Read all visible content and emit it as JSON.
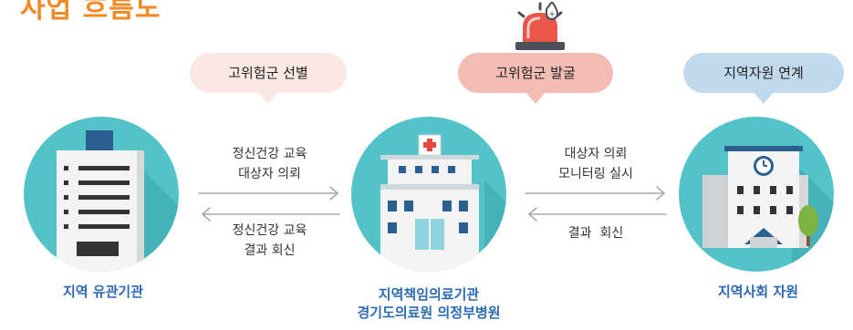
{
  "title": "사업 흐름도",
  "bubbles": {
    "select": "고위험군 선별",
    "discover": "고위험군 발굴",
    "link": "지역자원 연계"
  },
  "nodes": {
    "local_agency": "지역 유관기관",
    "hospital_line1": "지역책임의료기관",
    "hospital_line2": "경기도의료원 의정부병원",
    "community": "지역사회 자원"
  },
  "flows": {
    "left_forward_line1": "정신건강 교육",
    "left_forward_line2": "대상자 의뢰",
    "left_back_line1": "정신건강 교육",
    "left_back_line2": "결과 회신",
    "right_forward_line1": "대상자 의뢰",
    "right_forward_line2": "모니터링 실시",
    "right_back_line1": "결과  회신"
  },
  "icons": {
    "siren": "siren-icon",
    "office_building": "office-building-icon",
    "hospital": "hospital-icon",
    "community_center": "community-center-icon"
  },
  "colors": {
    "title": "#f08a24",
    "circle": "#54c3c9",
    "label": "#2d6ab3"
  }
}
